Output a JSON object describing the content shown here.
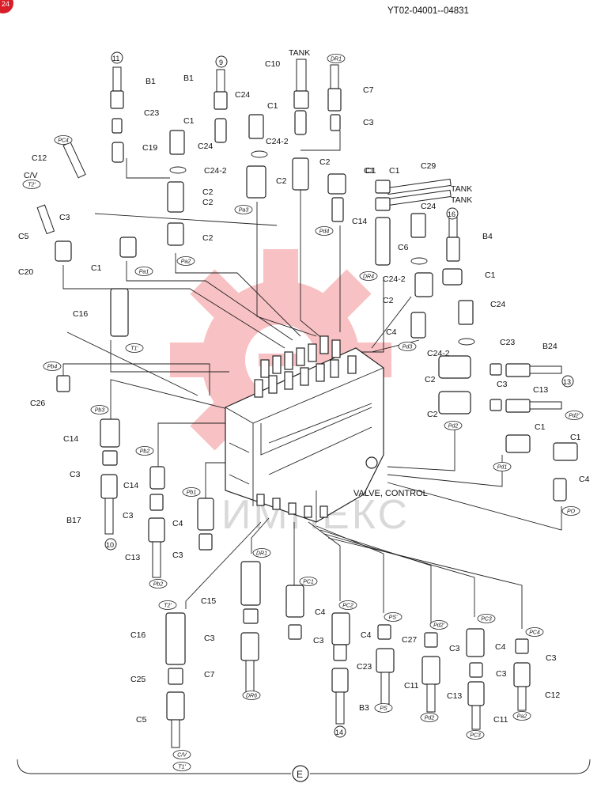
{
  "header": {
    "doc_code": "YT02-04001--04831",
    "page_marker": "24"
  },
  "footer": {
    "section_letter": "E"
  },
  "watermark": {
    "text": "ИМПЕКС",
    "color": "#e8242b"
  },
  "main_component": "VALVE, CONTROL",
  "tank_labels": [
    "TANK",
    "TANK",
    "TANK"
  ],
  "circled_numbers": [
    "11",
    "9",
    "16",
    "13",
    "10",
    "14"
  ],
  "port_tags": [
    "DR1",
    "PC4",
    "T2'",
    "Pa3",
    "Pd4",
    "Pa2",
    "Pa1",
    "DR4",
    "T1'",
    "Pd3",
    "Pb4",
    "Pb3",
    "Pd2",
    "Pd2'",
    "Pb2",
    "Pd1",
    "Pb1",
    "PO",
    "DR1",
    "Pb2",
    "T2'",
    "PC1",
    "PC2",
    "PS'",
    "Pd2'",
    "PC3",
    "PC4",
    "DR6",
    "PS",
    "Pd2",
    "PC3",
    "Pa2",
    "C/V",
    "T1'"
  ],
  "part_labels": {
    "top_left": [
      "B1",
      "C23",
      "C19",
      "C12",
      "C/V",
      "C3",
      "C5",
      "C20",
      "C1",
      "B1",
      "C1",
      "C24",
      "C24-2",
      "C2",
      "C2",
      "C2",
      "C24",
      "C24-2",
      "C10",
      "C1",
      "C2",
      "C2",
      "C7",
      "C3",
      "C1",
      "C14",
      "C1",
      "C29",
      "C24",
      "C6",
      "B4",
      "C1",
      "C24-2",
      "C2",
      "C24",
      "C16",
      "C4",
      "C24-2",
      "C23",
      "B24",
      "C2",
      "C3",
      "C13",
      "C2"
    ],
    "bottom": [
      "C26",
      "C14",
      "C3",
      "B17",
      "C14",
      "C3",
      "C13",
      "C4",
      "C3",
      "C15",
      "C3",
      "C16",
      "C25",
      "C7",
      "C5",
      "C4",
      "C3",
      "C4",
      "C23",
      "B3",
      "C27",
      "C11",
      "C3",
      "C13",
      "C4",
      "C3",
      "C11",
      "C3",
      "C12",
      "C1",
      "C1",
      "C4",
      "C1"
    ]
  }
}
